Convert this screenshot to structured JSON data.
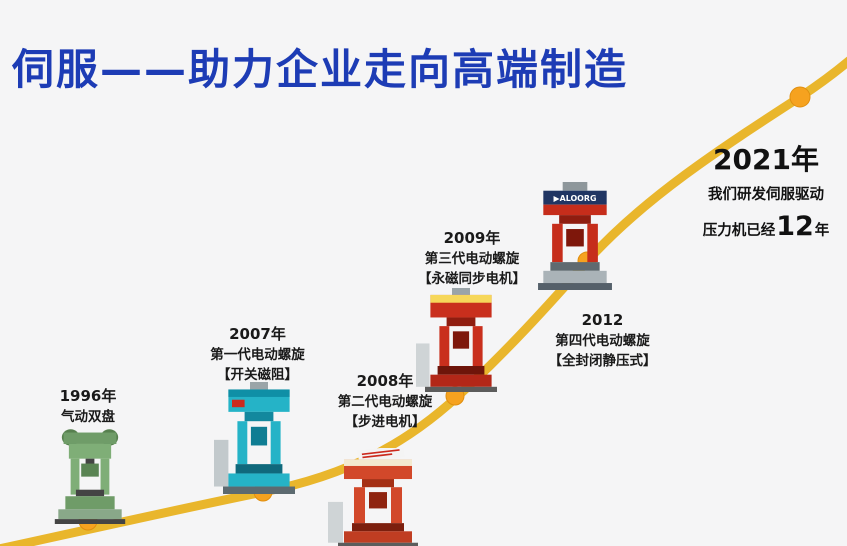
{
  "page": {
    "background": "#f5f5f6"
  },
  "title": "伺服——助力企业走向高端制造",
  "timeline": {
    "milestones": [
      {
        "year": "1996年",
        "name": "气动双盘",
        "detail": ""
      },
      {
        "year": "2007年",
        "name": "第一代电动螺旋",
        "detail": "【开关磁阻】"
      },
      {
        "year": "2008年",
        "name": "第二代电动螺旋",
        "detail": "【步进电机】"
      },
      {
        "year": "2009年",
        "name": "第三代电动螺旋",
        "detail": "【永磁同步电机】"
      },
      {
        "year": "2012",
        "name": "第四代电动螺旋",
        "detail": "【全封闭静压式】"
      }
    ],
    "endpoint": {
      "year": "2021年",
      "line1": "我们研发伺服驱动",
      "line2_prefix": "压力机已经",
      "line2_number": "12",
      "line2_suffix": "年"
    }
  },
  "brand": {
    "label": "▶ALOORG"
  },
  "machines": [
    {
      "id": "press-1996",
      "desc": "pneumatic double-disc press",
      "color": "#7fae77"
    },
    {
      "id": "press-2007",
      "desc": "first generation electric screw press",
      "color": "#25b3c7"
    },
    {
      "id": "press-2008",
      "desc": "second generation electric screw press",
      "color": "#d2482a"
    },
    {
      "id": "press-2009",
      "desc": "third generation electric screw press",
      "color": "#c92f1d"
    },
    {
      "id": "press-2012",
      "desc": "fourth generation electric screw press",
      "color": "#c62d1b"
    }
  ],
  "colors": {
    "title": "#1d3cb5",
    "curve": "#e9b62c",
    "dot": "#f6a21f"
  }
}
